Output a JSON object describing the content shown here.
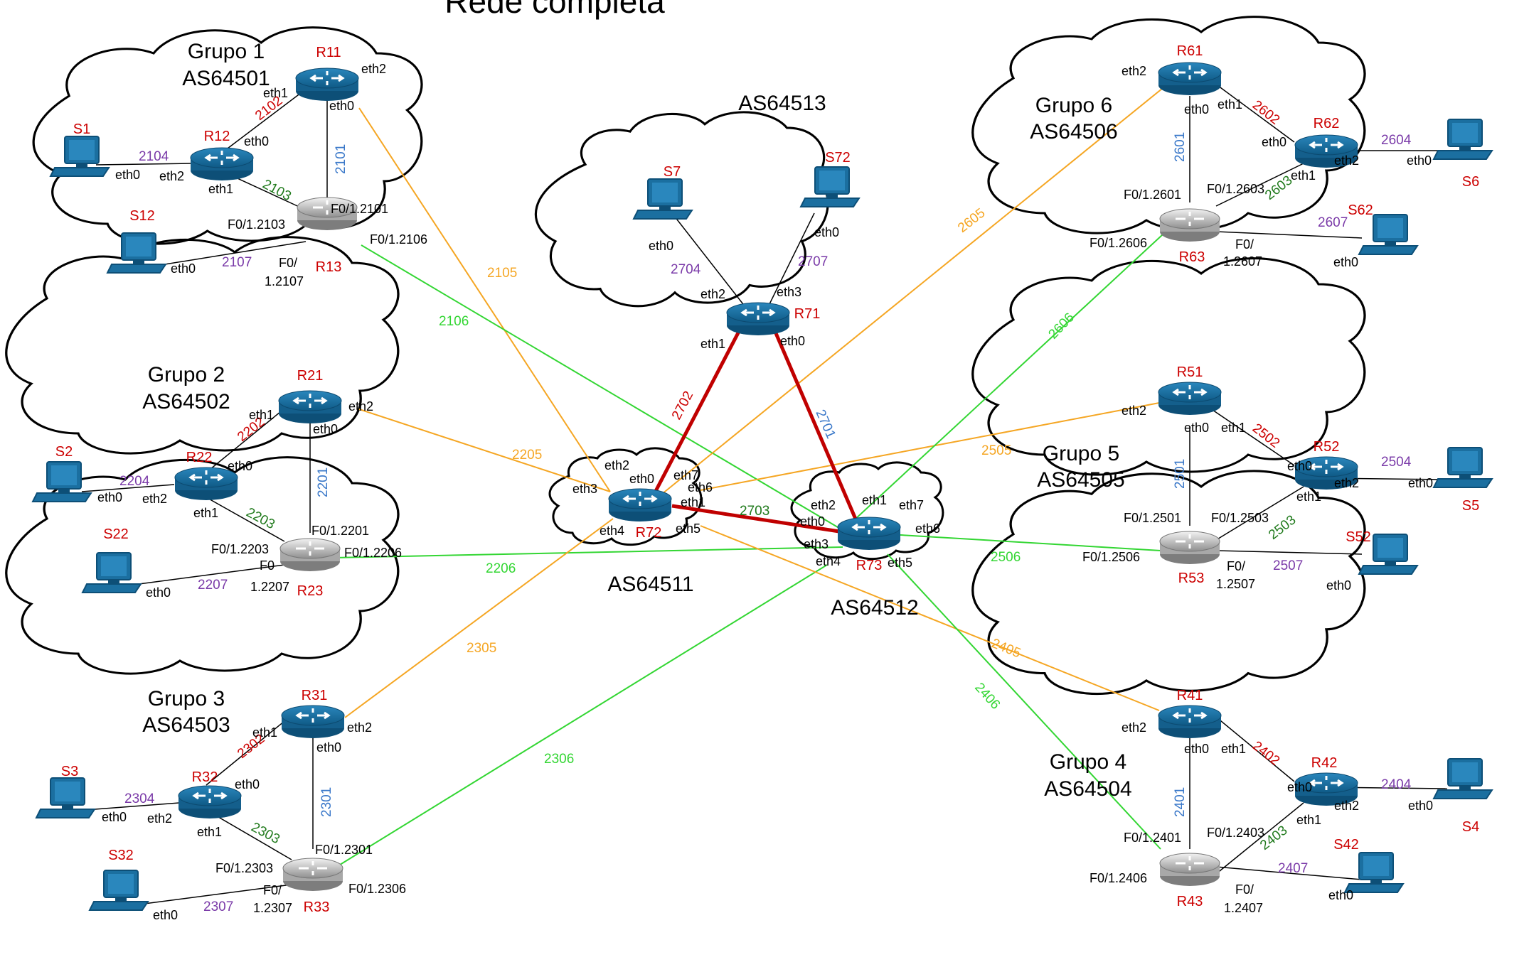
{
  "title": "Rede completa",
  "colors": {
    "router_name": "#cc0000",
    "vlan_internal": "#cc0000",
    "vlan_blue": "#3a78c9",
    "vlan_green": "#207a1c",
    "vlan_purple": "#7a3aa8",
    "link_orange": "#f5a623",
    "link_green": "#33d633",
    "link_core": "#c00000",
    "router_body": "#1b6fa0",
    "cloud_stroke": "#000000"
  },
  "clouds": [
    {
      "id": "g1",
      "title": "Grupo 1",
      "as": "AS64501"
    },
    {
      "id": "g2",
      "title": "Grupo 2",
      "as": "AS64502"
    },
    {
      "id": "g3",
      "title": "Grupo 3",
      "as": "AS64503"
    },
    {
      "id": "g4",
      "title": "Grupo 4",
      "as": "AS64504"
    },
    {
      "id": "g5",
      "title": "Grupo 5",
      "as": "AS64505"
    },
    {
      "id": "g6",
      "title": "Grupo 6",
      "as": "AS64506"
    },
    {
      "id": "as13",
      "title": "",
      "as": "AS64513"
    },
    {
      "id": "as11",
      "title": "",
      "as": "AS64511"
    },
    {
      "id": "as12",
      "title": "",
      "as": "AS64512"
    }
  ],
  "routers": [
    "R11",
    "R12",
    "R13",
    "R21",
    "R22",
    "R23",
    "R31",
    "R32",
    "R33",
    "R41",
    "R42",
    "R43",
    "R51",
    "R52",
    "R53",
    "R61",
    "R62",
    "R63",
    "R71",
    "R72",
    "R73"
  ],
  "servers": [
    "S1",
    "S12",
    "S2",
    "S22",
    "S3",
    "S32",
    "S4",
    "S42",
    "S5",
    "S52",
    "S6",
    "S62",
    "S7",
    "S72"
  ],
  "vlans": [
    "2101",
    "2102",
    "2103",
    "2104",
    "2105",
    "2106",
    "2107",
    "2201",
    "2202",
    "2203",
    "2204",
    "2205",
    "2206",
    "2207",
    "2301",
    "2302",
    "2303",
    "2304",
    "2305",
    "2306",
    "2307",
    "2401",
    "2402",
    "2403",
    "2404",
    "2405",
    "2406",
    "2407",
    "2501",
    "2502",
    "2503",
    "2504",
    "2505",
    "2506",
    "2507",
    "2601",
    "2602",
    "2603",
    "2604",
    "2605",
    "2606",
    "2607",
    "2701",
    "2702",
    "2703",
    "2704",
    "2707"
  ],
  "interfaces": [
    "eth0",
    "eth1",
    "eth2",
    "eth3",
    "eth4",
    "eth5",
    "eth6",
    "eth7",
    "F0/1.2101",
    "F0/1.2103",
    "F0/1.2106",
    "F0/",
    "1.2107",
    "F0/1.2201",
    "F0/1.2203",
    "F0/1.2206",
    "1.2207",
    "F0/1.2301",
    "F0/1.2303",
    "F0/1.2306",
    "1.2307",
    "F0/1.2401",
    "F0/1.2403",
    "F0/1.2406",
    "1.2407",
    "F0/1.2501",
    "F0/1.2503",
    "F0/1.2506",
    "1.2507",
    "F0/1.2601",
    "F0/1.2603",
    "F0/1.2606",
    "1.2607",
    "F0",
    "F0/1.2603"
  ]
}
